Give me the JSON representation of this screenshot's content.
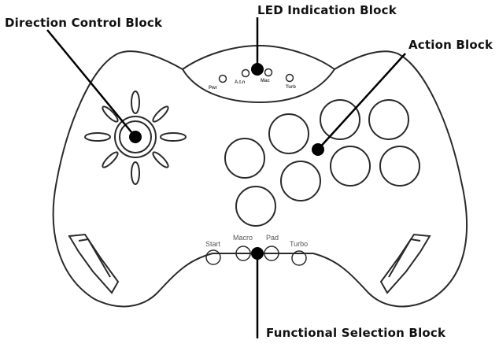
{
  "callouts": {
    "direction": "Direction Control Block",
    "led": "LED Indication Block",
    "action": "Action Block",
    "functional": "Functional Selection Block"
  },
  "led_labels": [
    "Pwr",
    "A.t.n",
    "Mac",
    "Turb"
  ],
  "function_buttons": {
    "start": "Start",
    "macro": "Macro",
    "pad": "Pad",
    "turbo": "Turbo"
  },
  "colors": {
    "outline": "#2a2a2a",
    "marker": "#000000"
  }
}
